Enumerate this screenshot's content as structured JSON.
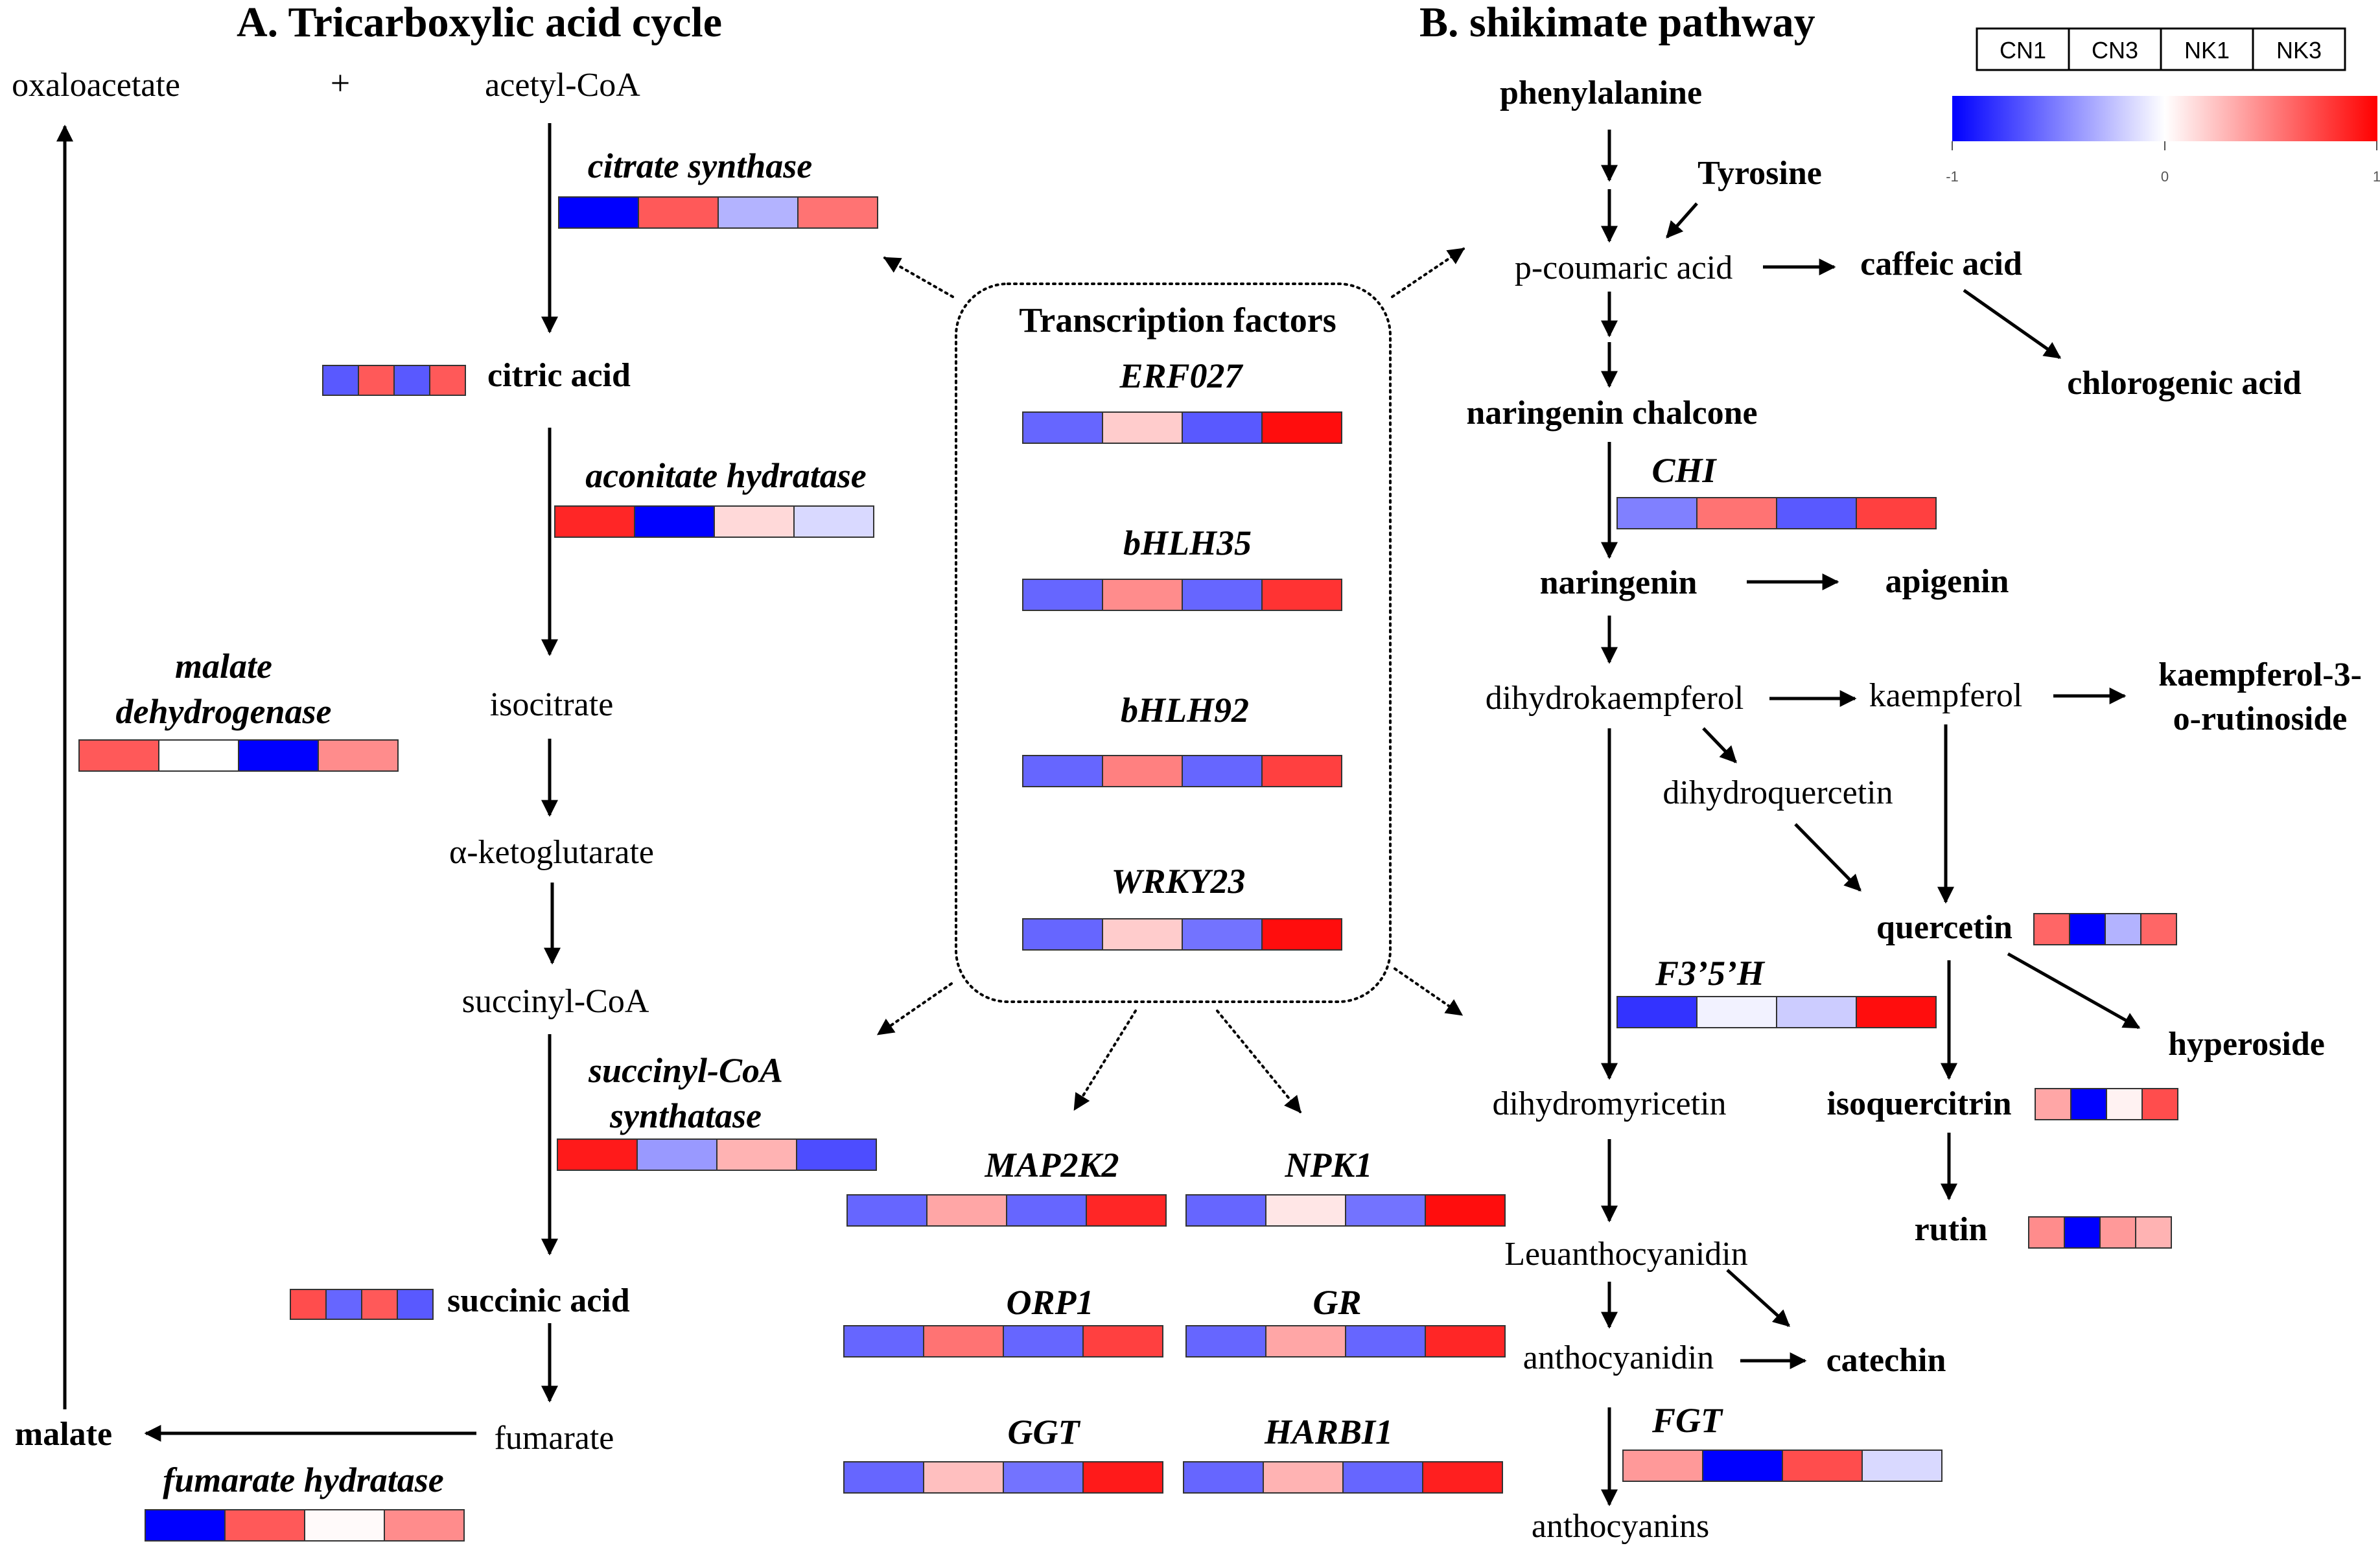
{
  "colors": {
    "pos": "#ff0000",
    "neg": "#0000ff",
    "mid": "#ffffff",
    "line": "#000000"
  },
  "legend": {
    "samples": [
      "CN1",
      "CN3",
      "NK1",
      "NK3"
    ],
    "scale_min": "-1",
    "scale_mid": "0",
    "scale_max": "1"
  },
  "panels": {
    "a_title": "A. Tricarboxylic acid cycle",
    "b_title": "B. shikimate pathway"
  },
  "tca": {
    "oxaloacetate": "oxaloacetate",
    "plus": "+",
    "acetyl_coa": "acetyl-CoA",
    "citric_acid": "citric acid",
    "isocitrate": "isocitrate",
    "alpha_ketoglutarate": "α-ketoglutarate",
    "succinyl_coa": "succinyl-CoA",
    "succinic_acid": "succinic acid",
    "fumarate": "fumarate",
    "malate": "malate",
    "citrate_synthase": "citrate synthase",
    "aconitate_hydratase": "aconitate hydratase",
    "malate_dehydrogenase_1": "malate",
    "malate_dehydrogenase_2": "dehydrogenase",
    "succinyl_coa_synthetase_1": "succinyl-CoA",
    "succinyl_coa_synthetase_2": "synthatase",
    "fumarate_hydratase": "fumarate hydratase"
  },
  "tf": {
    "heading": "Transcription factors",
    "erf027": "ERF027",
    "bhlh35": "bHLH35",
    "bhlh92": "bHLH92",
    "wrky23": "WRKY23",
    "map2k2": "MAP2K2",
    "npk1": "NPK1",
    "orp1": "ORP1",
    "gr": "GR",
    "ggt": "GGT",
    "harbi1": "HARBI1"
  },
  "shikimate": {
    "phenylalanine": "phenylalanine",
    "tyrosine": "Tyrosine",
    "p_coumaric_acid": "p-coumaric acid",
    "caffeic_acid": "caffeic acid",
    "chlorogenic_acid": "chlorogenic acid",
    "naringenin_chalcone": "naringenin chalcone",
    "chi": "CHI",
    "naringenin": "naringenin",
    "apigenin": "apigenin",
    "dihydrokaempferol": "dihydrokaempferol",
    "kaempferol": "kaempferol",
    "kaempferol_rut_1": "kaempferol-3-",
    "kaempferol_rut_2": "o-rutinoside",
    "dihydroquercetin": "dihydroquercetin",
    "quercetin": "quercetin",
    "f3_5_h": "F3’5’H",
    "hyperoside": "hyperoside",
    "dihydromyricetin": "dihydromyricetin",
    "isoquercitrin": "isoquercitrin",
    "rutin": "rutin",
    "leuanthocyanidin": "Leuanthocyanidin",
    "catechin": "catechin",
    "anthocyanidin": "anthocyanidin",
    "fgt": "FGT",
    "anthocyanins": "anthocyanins"
  },
  "heatmaps": {
    "citrate_synthase": [
      -1.0,
      0.65,
      -0.3,
      0.55
    ],
    "citric_acid": [
      -0.65,
      0.65,
      -0.65,
      0.65
    ],
    "aconitate_hydratase": [
      0.85,
      -1.0,
      0.15,
      -0.15
    ],
    "malate_dehydrogenase": [
      0.65,
      0.0,
      -1.0,
      0.45
    ],
    "succinyl_coa_synthetase": [
      0.9,
      -0.4,
      0.3,
      -0.7
    ],
    "succinic_acid": [
      0.7,
      -0.6,
      0.65,
      -0.65
    ],
    "fumarate_hydratase": [
      -1.0,
      0.65,
      0.02,
      0.45
    ],
    "erf027": [
      -0.6,
      0.2,
      -0.65,
      0.95
    ],
    "bhlh35": [
      -0.6,
      0.45,
      -0.6,
      0.8
    ],
    "bhlh92": [
      -0.6,
      0.5,
      -0.6,
      0.75
    ],
    "wrky23": [
      -0.6,
      0.2,
      -0.55,
      0.95
    ],
    "map2k2": [
      -0.6,
      0.35,
      -0.6,
      0.85
    ],
    "npk1": [
      -0.6,
      0.1,
      -0.55,
      0.95
    ],
    "orp1": [
      -0.6,
      0.55,
      -0.6,
      0.75
    ],
    "gr": [
      -0.6,
      0.35,
      -0.6,
      0.85
    ],
    "ggt": [
      -0.6,
      0.25,
      -0.55,
      0.9
    ],
    "harbi1": [
      -0.6,
      0.3,
      -0.6,
      0.88
    ],
    "chi": [
      -0.5,
      0.55,
      -0.65,
      0.75
    ],
    "f3_5_h": [
      -0.8,
      -0.05,
      -0.2,
      0.95
    ],
    "fgt": [
      0.4,
      -1.0,
      0.7,
      -0.15
    ],
    "quercetin": [
      0.6,
      -1.0,
      -0.3,
      0.6
    ],
    "isoquercitrin": [
      0.35,
      -1.0,
      0.05,
      0.7
    ],
    "rutin": [
      0.45,
      -1.0,
      0.4,
      0.3
    ]
  }
}
